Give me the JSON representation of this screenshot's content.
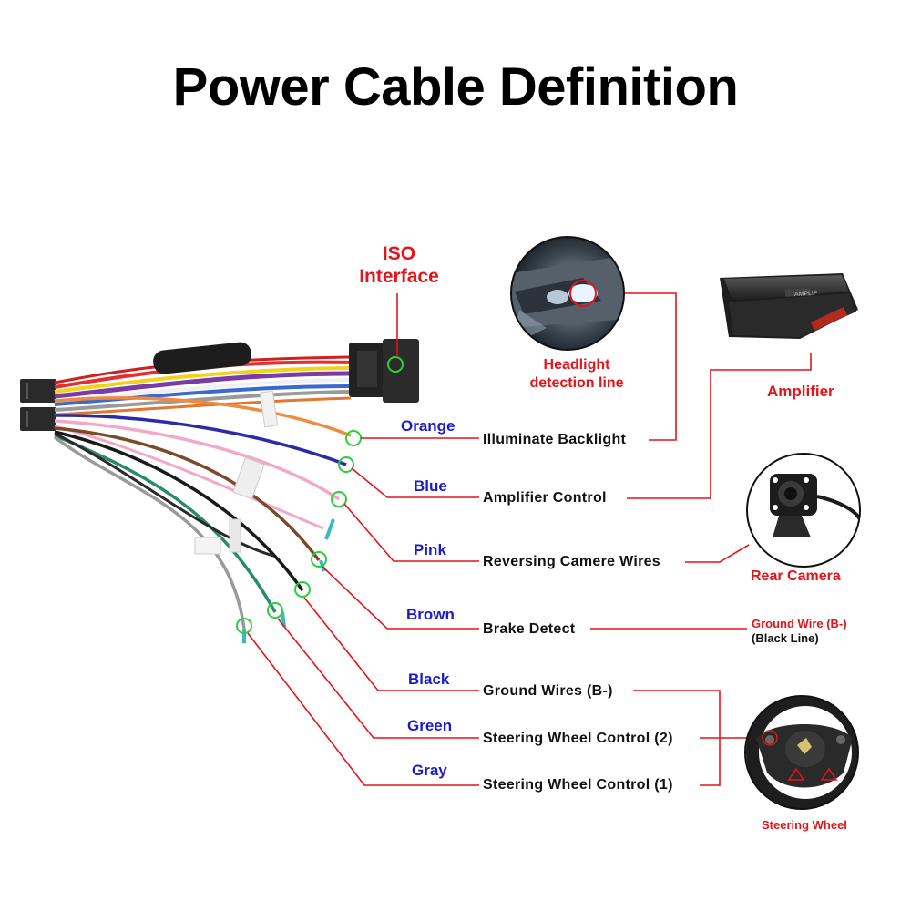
{
  "title": "Power Cable Definition",
  "iso_interface": {
    "line1": "ISO",
    "line2": "Interface"
  },
  "devices": {
    "headlight": {
      "line1": "Headlight",
      "line2": "detection line"
    },
    "amplifier": "Amplifier",
    "amplifier_badge": "AMPLIF",
    "rear_camera": "Rear Camera",
    "ground_wire": {
      "line1": "Ground Wire (B-)",
      "line2": "(Black Line)"
    },
    "steering_wheel": "Steering Wheel"
  },
  "wires": [
    {
      "color_name": "Orange",
      "function": "Illuminate Backlight",
      "hex": "#f08a3c"
    },
    {
      "color_name": "Blue",
      "function": "Amplifier Control",
      "hex": "#2b2ba8"
    },
    {
      "color_name": "Pink",
      "function": "Reversing Camere Wires",
      "hex": "#f4a8c8"
    },
    {
      "color_name": "Brown",
      "function": "Brake Detect",
      "hex": "#7a4a2a"
    },
    {
      "color_name": "Black",
      "function": "Ground Wires (B-)",
      "hex": "#1a1a1a"
    },
    {
      "color_name": "Green",
      "function": "Steering Wheel Control (2)",
      "hex": "#2a8a6a"
    },
    {
      "color_name": "Gray",
      "function": "Steering Wheel Control (1)",
      "hex": "#9a9a9a"
    }
  ],
  "colors": {
    "label_blue": "#1b1bc8",
    "callout_red": "#e4141a",
    "marker_green": "#2ecc40"
  }
}
